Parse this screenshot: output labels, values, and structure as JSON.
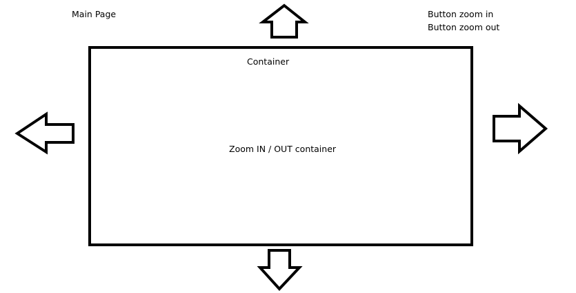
{
  "main_page_label": "Main Page",
  "buttons": {
    "zoom_in": "Button zoom in",
    "zoom_out": "Button zoom out"
  },
  "container": {
    "title": "Container",
    "inner_label": "Zoom IN / OUT container"
  },
  "arrows": [
    "arrow-up-icon",
    "arrow-down-icon",
    "arrow-left-icon",
    "arrow-right-icon"
  ]
}
